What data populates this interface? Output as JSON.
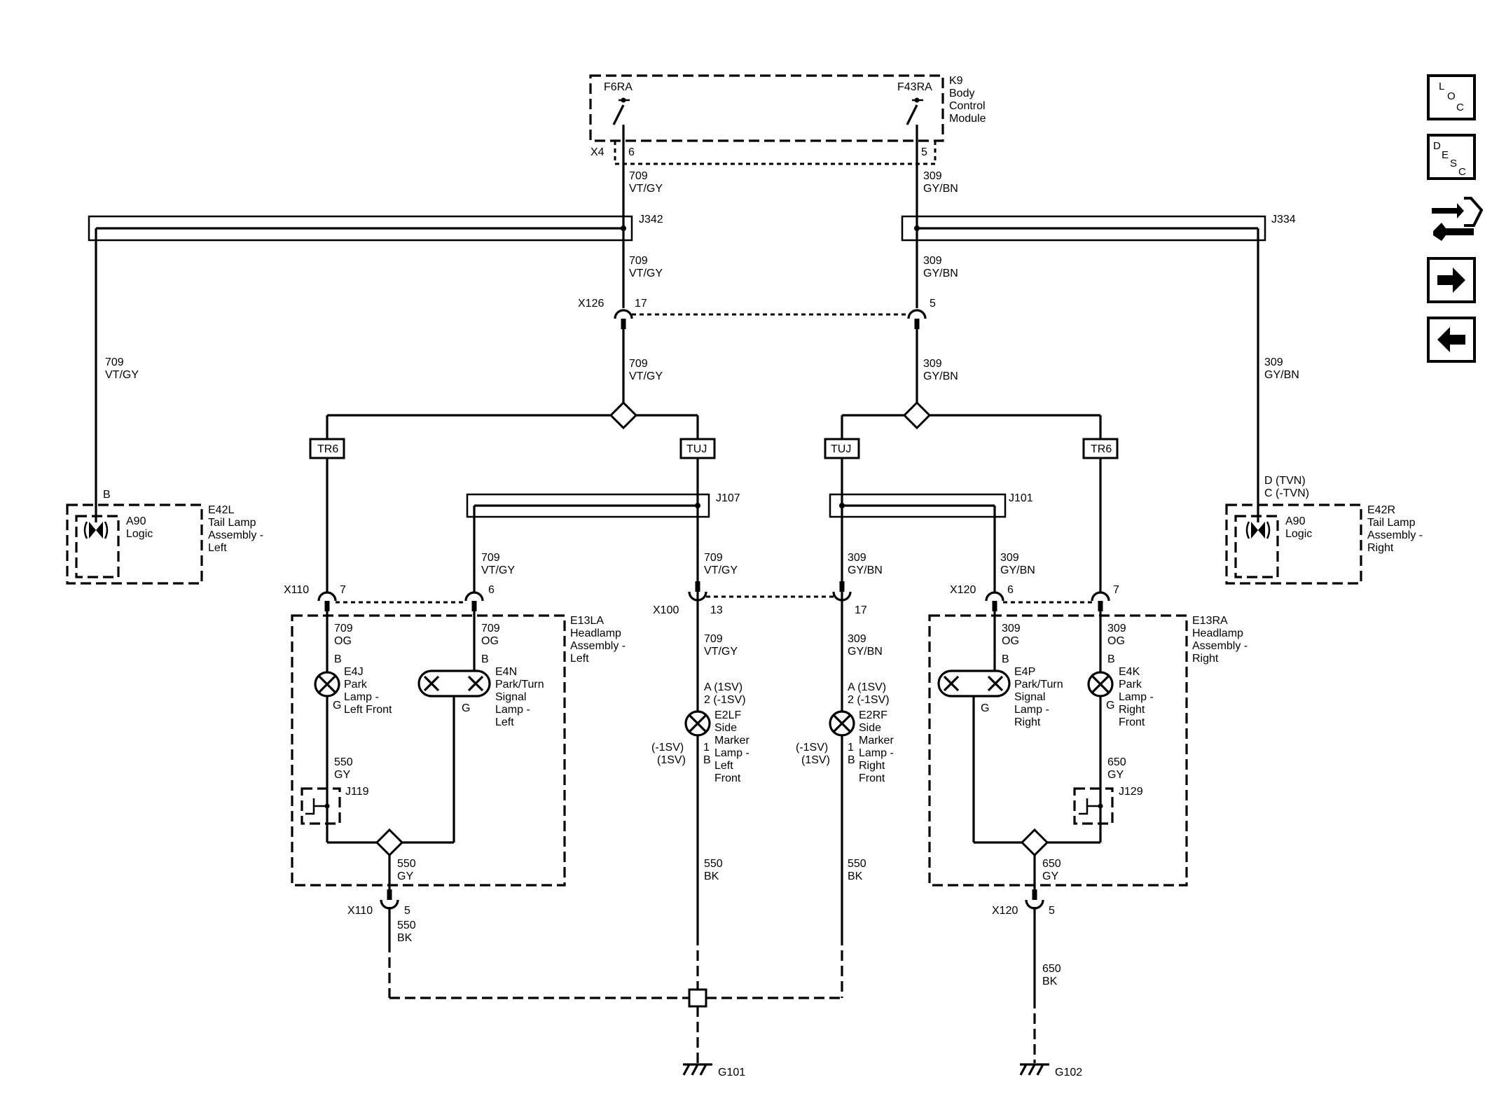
{
  "module": {
    "top_left_pin": "F6RA",
    "top_right_pin": "F43RA",
    "ref": "K9",
    "line1": "Body",
    "line2": "Control",
    "line3": "Module",
    "connector": "X4",
    "pin_left": "6",
    "pin_right": "5"
  },
  "wires": {
    "left_circuit": "709",
    "left_color": "VT/GY",
    "left_og": "OG",
    "right_circuit": "309",
    "right_color": "GY/BN",
    "right_og": "OG",
    "gy550": "550",
    "gy650": "650",
    "gy": "GY",
    "bk": "BK"
  },
  "splices": {
    "j342": "J342",
    "j334": "J334",
    "j107": "J107",
    "j101": "J101",
    "j119": "J119",
    "j129": "J129"
  },
  "connectors": {
    "x126": "X126",
    "x126_l": "17",
    "x126_r": "5",
    "x110": "X110",
    "x110_7": "7",
    "x110_6": "6",
    "x110_5": "5",
    "x120": "X120",
    "x120_6": "6",
    "x120_7": "7",
    "x120_5": "5",
    "x100": "X100",
    "x100_13": "13",
    "x100_17": "17"
  },
  "options": {
    "tr6": "TR6",
    "tuj": "TUJ"
  },
  "tail_left": {
    "pin": "B",
    "a90": "A90",
    "logic": "Logic",
    "ref": "E42L",
    "l1": "Tail Lamp",
    "l2": "Assembly -",
    "l3": "Left"
  },
  "tail_right": {
    "pin_d": "D (TVN)",
    "pin_c": "C (-TVN)",
    "a90": "A90",
    "logic": "Logic",
    "ref": "E42R",
    "l1": "Tail Lamp",
    "l2": "Assembly -",
    "l3": "Right"
  },
  "head_left": {
    "ref": "E13LA",
    "l1": "Headlamp",
    "l2": "Assembly -",
    "l3": "Left"
  },
  "head_right": {
    "ref": "E13RA",
    "l1": "Headlamp",
    "l2": "Assembly -",
    "l3": "Right"
  },
  "e4j": {
    "ref": "E4J",
    "l1": "Park",
    "l2": "Lamp -",
    "l3": "Left Front",
    "pin_b": "B",
    "pin_g": "G"
  },
  "e4n": {
    "ref": "E4N",
    "l1": "Park/Turn",
    "l2": "Signal",
    "l3": "Lamp -",
    "l4": "Left",
    "pin_b": "B",
    "pin_g": "G"
  },
  "e4p": {
    "ref": "E4P",
    "l1": "Park/Turn",
    "l2": "Signal",
    "l3": "Lamp -",
    "l4": "Right",
    "pin_b": "B",
    "pin_g": "G"
  },
  "e4k": {
    "ref": "E4K",
    "l1": "Park",
    "l2": "Lamp -",
    "l3": "Right",
    "l4": "Front",
    "pin_b": "B",
    "pin_g": "G"
  },
  "e2lf": {
    "pin_a": "A  (1SV)",
    "pin_2": "2  (-1SV)",
    "ref": "E2LF",
    "l1": "Side",
    "l2": "Marker",
    "l3": "Lamp -",
    "l4": "Left",
    "l5": "Front",
    "opt1": "(-1SV)",
    "opt2": "(1SV)",
    "pin_1": "1",
    "pin_bb": "B"
  },
  "e2rf": {
    "pin_a": "A  (1SV)",
    "pin_2": "2  (-1SV)",
    "ref": "E2RF",
    "l1": "Side",
    "l2": "Marker",
    "l3": "Lamp -",
    "l4": "Right",
    "l5": "Front",
    "opt1": "(-1SV)",
    "opt2": "(1SV)",
    "pin_1": "1",
    "pin_bb": "B"
  },
  "grounds": {
    "g101": "G101",
    "g102": "G102"
  },
  "nav": {
    "loc": [
      "L",
      "O",
      "C"
    ],
    "desc": [
      "D",
      "E",
      "S",
      "C"
    ],
    "icons": [
      "connector-wrench-icon",
      "arrow-right-icon",
      "arrow-left-icon"
    ]
  }
}
